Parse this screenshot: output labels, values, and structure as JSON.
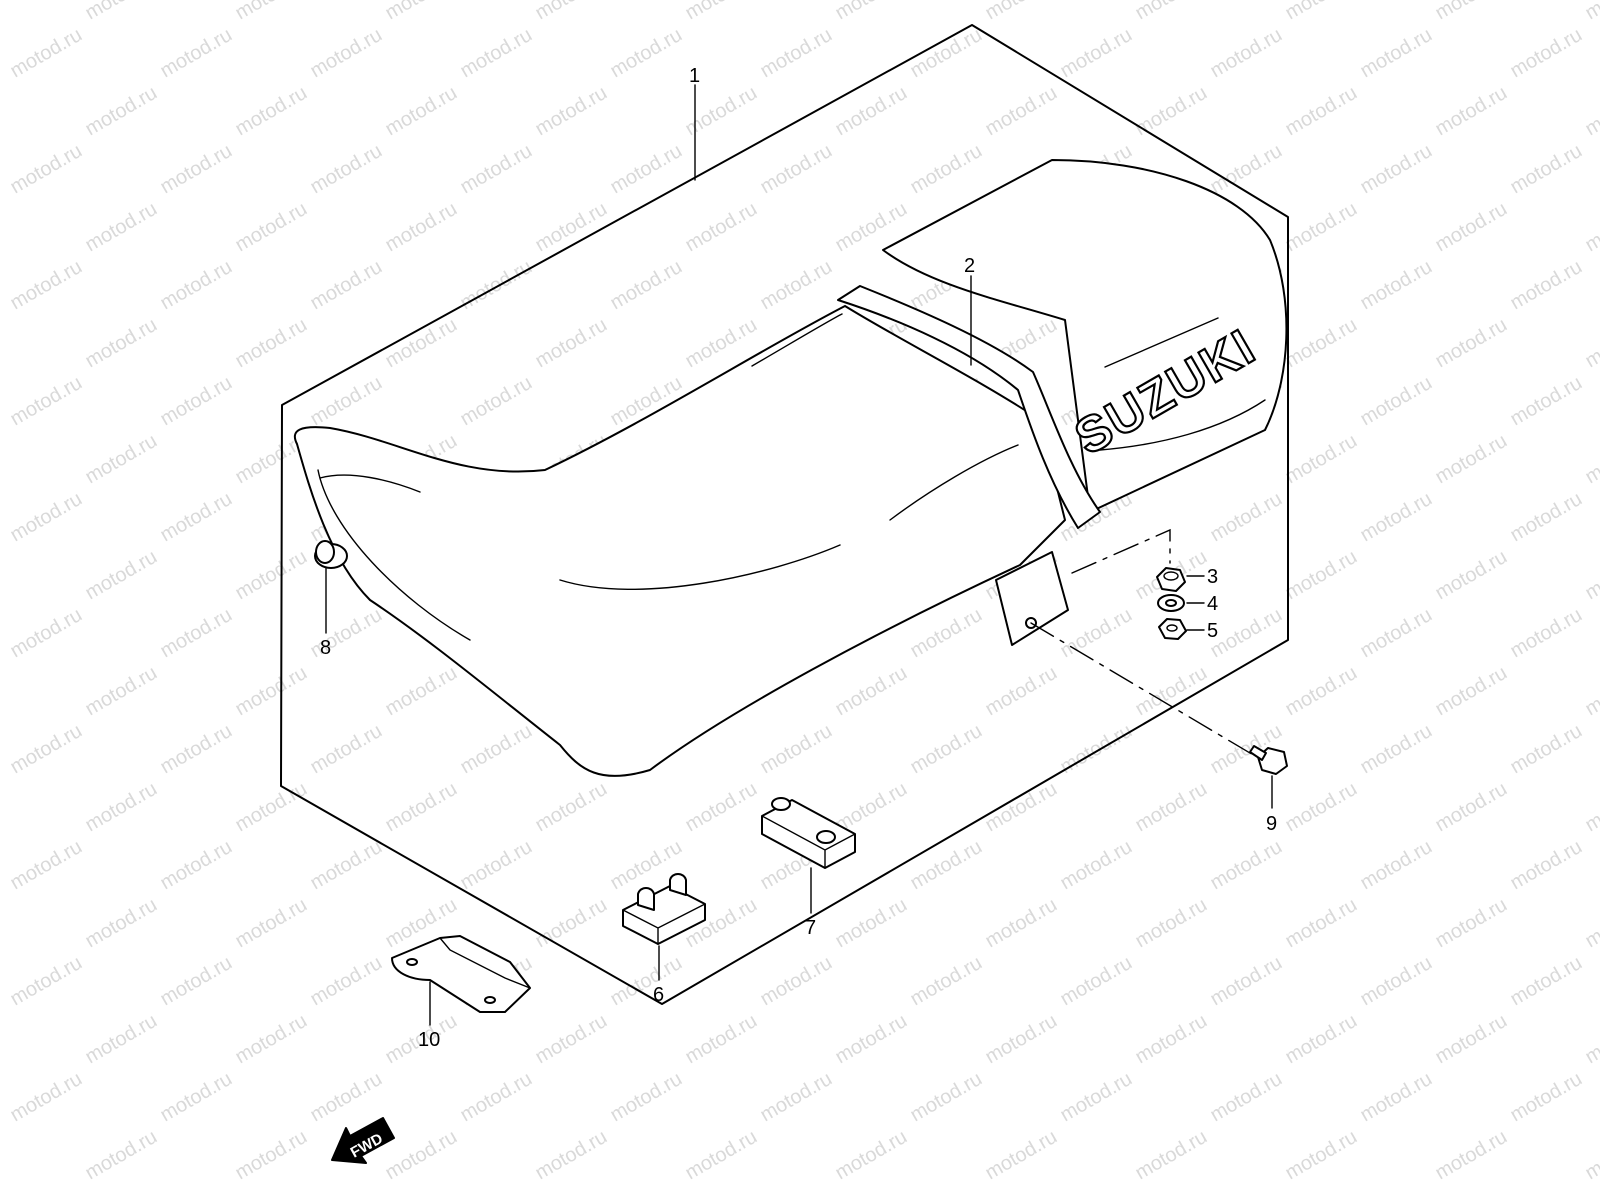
{
  "watermark": {
    "text": "motod.ru",
    "color": "#d9d9d9"
  },
  "brand_text": "SUZUKI",
  "fwd_label": "FWD",
  "callouts": [
    {
      "id": "1",
      "label": "1"
    },
    {
      "id": "2",
      "label": "2"
    },
    {
      "id": "3",
      "label": "3"
    },
    {
      "id": "4",
      "label": "4"
    },
    {
      "id": "5",
      "label": "5"
    },
    {
      "id": "6",
      "label": "6"
    },
    {
      "id": "7",
      "label": "7"
    },
    {
      "id": "8",
      "label": "8"
    },
    {
      "id": "9",
      "label": "9"
    },
    {
      "id": "10",
      "label": "10"
    }
  ]
}
